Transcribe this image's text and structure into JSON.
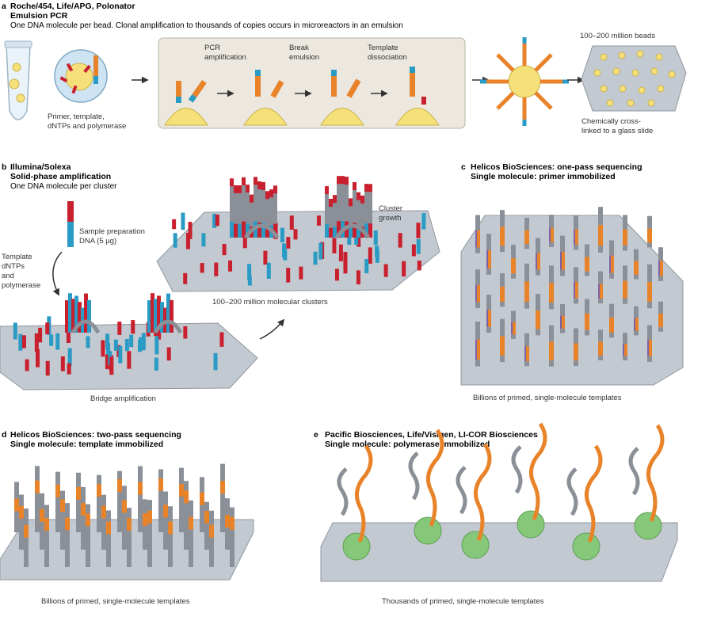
{
  "panel_a": {
    "letter": "a",
    "title": "Roche/454, Life/APG, Polonator",
    "subtitle": "Emulsion PCR",
    "description": "One DNA molecule per bead. Clonal amplification to thousands of copies occurs in microreactors in an emulsion",
    "tube_label": [
      "Primer, template,",
      "dNTPs and polymerase"
    ],
    "steps": [
      [
        "PCR",
        "amplification"
      ],
      [
        "Break",
        "emulsion"
      ],
      [
        "Template",
        "dissociation"
      ]
    ],
    "beads_label": "100–200 million beads",
    "slide_label": [
      "Chemically cross-",
      "linked to a glass slide"
    ]
  },
  "panel_b": {
    "letter": "b",
    "title": "Illumina/Solexa",
    "subtitle": "Solid-phase amplification",
    "description": "One DNA molecule per cluster",
    "sample_label": [
      "Sample preparation",
      "DNA (5 µg)"
    ],
    "reagent_label": [
      "Template",
      "dNTPs",
      "and",
      "polymerase"
    ],
    "cluster_label": [
      "Cluster",
      "growth"
    ],
    "clusters_caption": "100–200 million molecular clusters",
    "bridge_caption": "Bridge amplification"
  },
  "panel_c": {
    "letter": "c",
    "title": "Helicos BioSciences: one-pass sequencing",
    "subtitle": "Single molecule: primer immobilized",
    "caption": "Billions of primed, single-molecule templates"
  },
  "panel_d": {
    "letter": "d",
    "title": "Helicos BioSciences: two-pass sequencing",
    "subtitle": "Single molecule: template immobilized",
    "caption": "Billions of primed, single-molecule templates"
  },
  "panel_e": {
    "letter": "e",
    "title": "Pacific Biosciences, Life/Visigen, LI-COR Biosciences",
    "subtitle": "Single molecule: polymerase immobilized",
    "caption": "Thousands of primed, single-molecule templates"
  },
  "colors": {
    "red": "#c8202e",
    "blue": "#2a9bc4",
    "orange": "#e8832a",
    "purple": "#7d62a8",
    "grey": "#8b9098",
    "slide": "#c3c9d0",
    "bead": "#f5e07a",
    "polymerase": "#86c87a",
    "box": "#ece8df"
  }
}
